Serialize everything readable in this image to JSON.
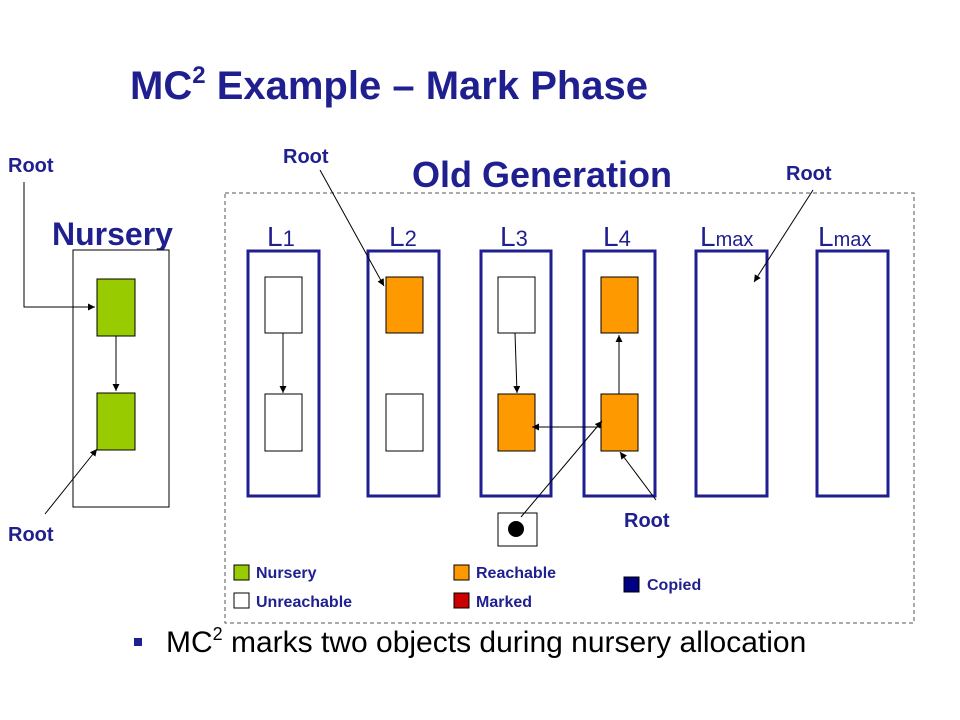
{
  "title": {
    "prefix": "MC",
    "superscript": "2",
    "suffix": " Example – Mark Phase"
  },
  "sections": {
    "nursery": "Nursery",
    "old_generation": "Old Generation"
  },
  "root_label": "Root",
  "colors": {
    "theme": "#1f1f8f",
    "nursery": "#99cc00",
    "reachable": "#ff9900",
    "unreachable": "#ffffff",
    "marked": "#cc0000",
    "copied": "#000080"
  },
  "lists": [
    {
      "label": "L",
      "sub": "1"
    },
    {
      "label": "L",
      "sub": "2"
    },
    {
      "label": "L",
      "sub": "3"
    },
    {
      "label": "L",
      "sub": "4"
    },
    {
      "label": "L",
      "sub": "max"
    },
    {
      "label": "L",
      "sub": "max"
    }
  ],
  "legend": [
    {
      "label": "Nursery",
      "color": "#99cc00"
    },
    {
      "label": "Reachable",
      "color": "#ff9900"
    },
    {
      "label": "Copied",
      "color": "#000080"
    },
    {
      "label": "Unreachable",
      "color": "#ffffff"
    },
    {
      "label": "Marked",
      "color": "#cc0000"
    }
  ],
  "bullet": {
    "prefix": "MC",
    "superscript": "2",
    "suffix": " marks two objects during nursery allocation"
  }
}
